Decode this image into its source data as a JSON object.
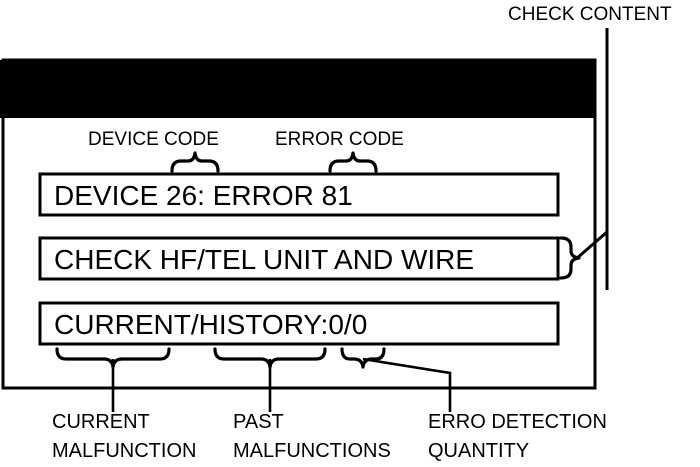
{
  "diagram": {
    "title_callout": "CHECK CONTENT",
    "panel": {
      "header_bar": {
        "name": "display-header-bar",
        "color": "#000000"
      },
      "field_labels": [
        {
          "id": "device-code",
          "text": "DEVICE CODE"
        },
        {
          "id": "error-code",
          "text": "ERROR CODE"
        }
      ],
      "screen_lines": [
        {
          "id": "line-device-error",
          "text": "DEVICE 26: ERROR 81"
        },
        {
          "id": "line-check-content",
          "text": "CHECK HF/TEL UNIT AND WIRE"
        },
        {
          "id": "line-current-history",
          "text": "CURRENT/HISTORY:0/0"
        }
      ]
    },
    "bottom_captions": [
      {
        "id": "current-malfunction",
        "line1": "CURRENT",
        "line2": "MALFUNCTION"
      },
      {
        "id": "past-malfunctions",
        "line1": "PAST",
        "line2": "MALFUNCTIONS"
      },
      {
        "id": "erro-detection-quantity",
        "line1": "ERRO DETECTION",
        "line2": "QUANTITY"
      }
    ],
    "values": {
      "device_code": "26",
      "error_code": "81",
      "current_count": "0",
      "history_count": "0"
    },
    "colors": {
      "ink": "#000000",
      "paper": "#ffffff"
    }
  }
}
